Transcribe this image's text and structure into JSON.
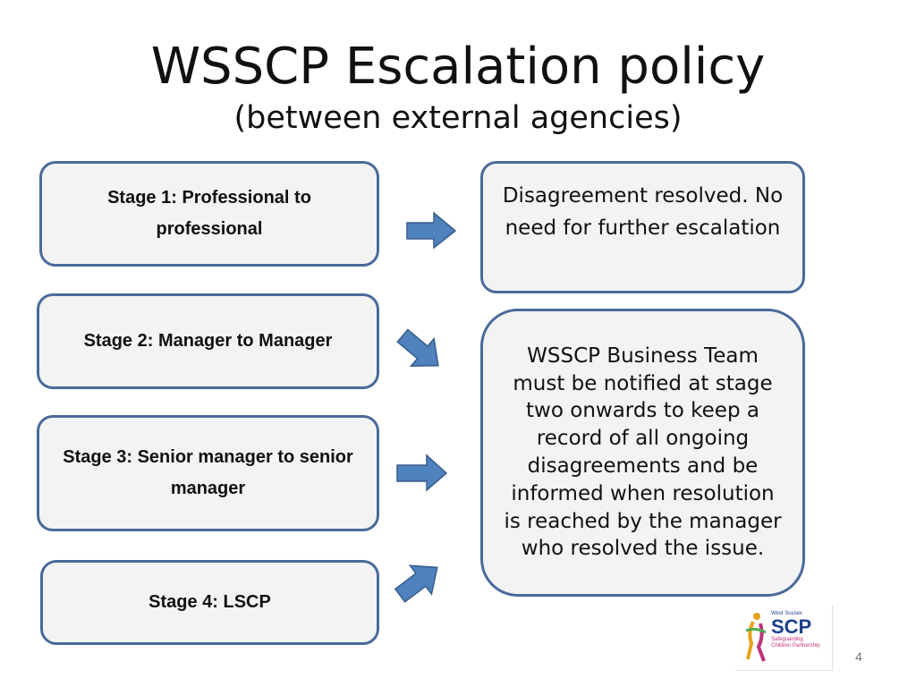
{
  "title": "WSSCP Escalation policy",
  "subtitle": "(between external agencies)",
  "stages": [
    {
      "label": "Stage 1: Professional to professional"
    },
    {
      "label": "Stage 2: Manager to Manager"
    },
    {
      "label": "Stage 3: Senior manager to senior manager"
    },
    {
      "label": "Stage 4: LSCP"
    }
  ],
  "outcomes": {
    "resolved": "Disagreement resolved. No need for further escalation",
    "business_team": "WSSCP Business Team must be notified at stage two onwards to keep a record of all ongoing disagreements and be informed when resolution is reached by the manager who resolved the issue."
  },
  "logo": {
    "line1": "West Sussex",
    "line2": "SCP",
    "line3": "Safeguarding",
    "line4": "Children Partnership"
  },
  "page_number": "4",
  "colors": {
    "box_border": "#4a6a9a",
    "box_fill": "#f3f3f3",
    "arrow_fill": "#4f81bd",
    "arrow_stroke": "#385d8a"
  }
}
